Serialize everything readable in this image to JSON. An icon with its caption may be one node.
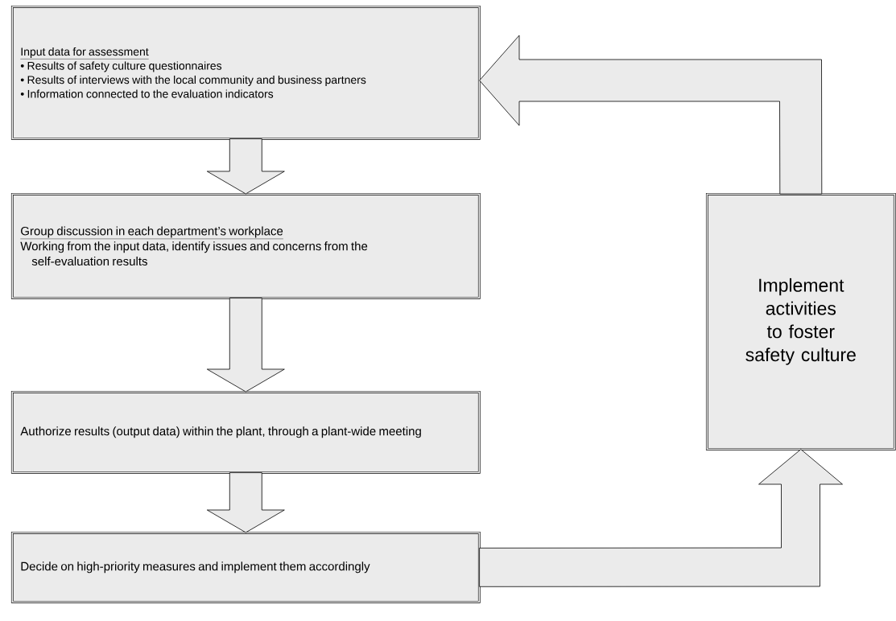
{
  "diagram": {
    "nodes": [
      {
        "text": [
          "Input data for assessment",
          "• Results of safety culture questionnaires",
          "• Results of interviews with the local community and business partners",
          "• Information connected to the evaluation indicators"
        ]
      },
      {
        "text": [
          "Group discussion in each department’s workplace",
          "Working from the input data, identify issues and concerns from the self-evaluation results"
        ]
      },
      {
        "text": [
          "Authorize results (output data) within the plant, through a plant-wide meeting"
        ]
      },
      {
        "text": [
          "Decide on high-priority measures and implement them accordingly"
        ]
      },
      {
        "text": [
          "Implement activities to foster safety culture"
        ]
      }
    ],
    "edges": [
      {
        "from": 0,
        "to": 1,
        "arrow": "to"
      },
      {
        "from": 1,
        "to": 2,
        "arrow": "to"
      },
      {
        "from": 2,
        "to": 3,
        "arrow": "to"
      },
      {
        "from": 3,
        "to": 4,
        "arrow": "to"
      },
      {
        "from": 4,
        "to": 0,
        "arrow": "to"
      }
    ]
  }
}
